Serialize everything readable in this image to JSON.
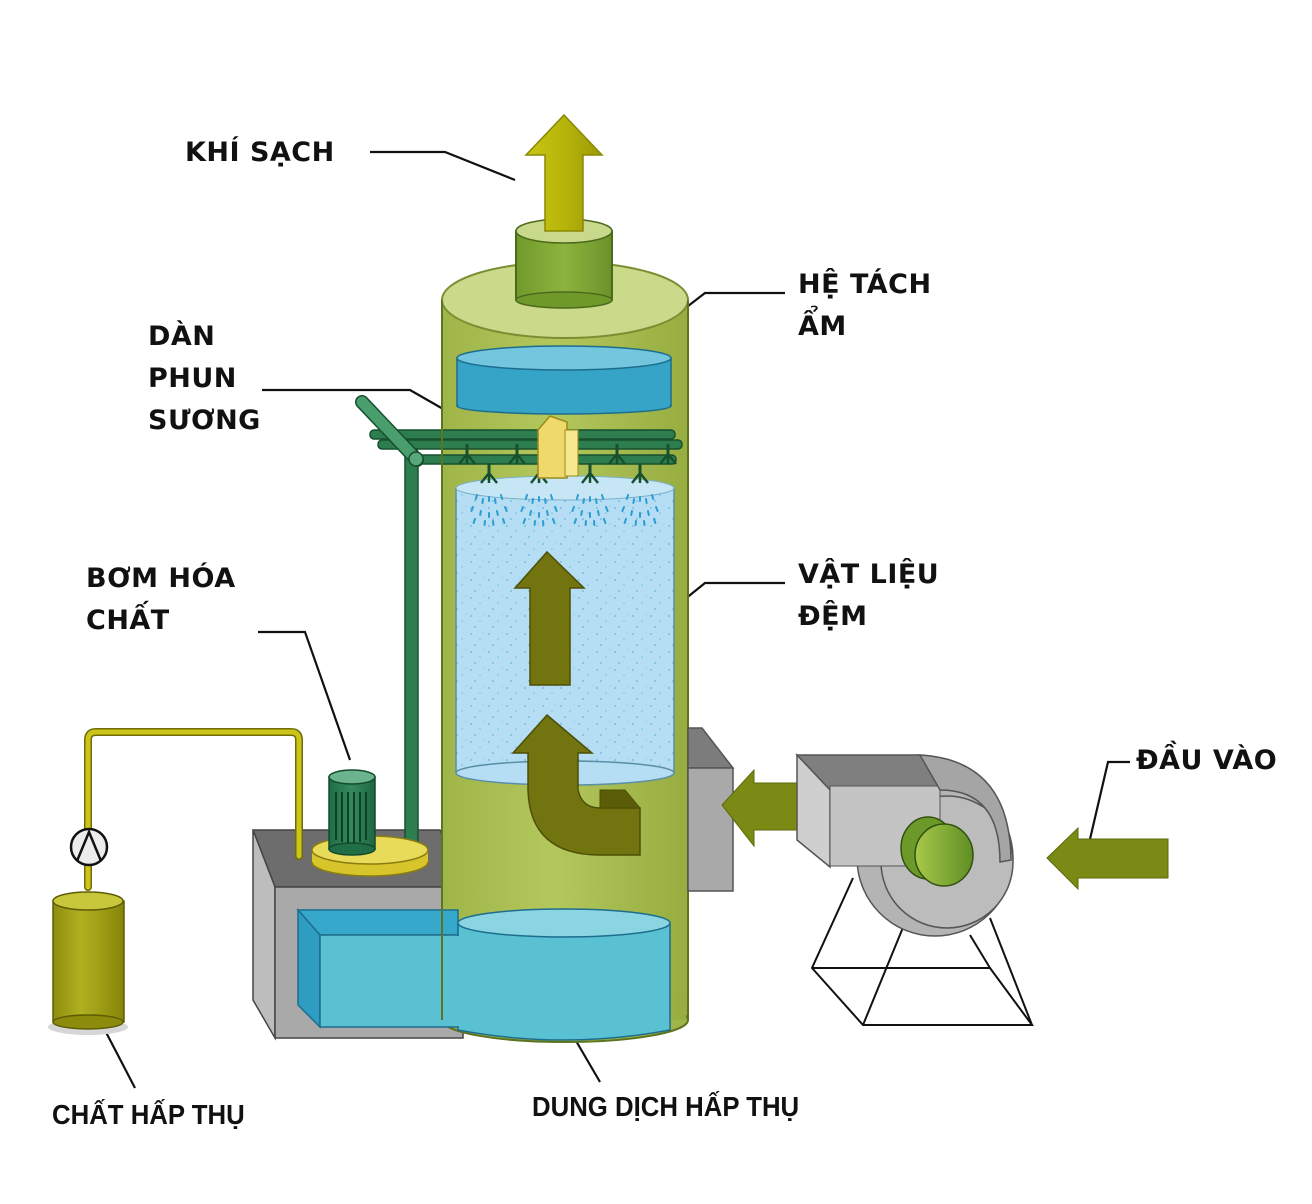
{
  "diagram": {
    "title": "Wet scrubber (absorption tower) schematic",
    "labels": {
      "clean_air": "KHÍ SẠCH",
      "demister": "HỆ TÁCH\nẨM",
      "spray_system": "DÀN\nPHUN\nSƯƠNG",
      "chemical_pump": "BƠM HÓA\nCHẤT",
      "packing_material": "VẬT LIỆU\nĐỆM",
      "inlet": "ĐẦU VÀO",
      "absorbent": "CHẤT HẤP THỤ",
      "absorption_solution": "DUNG DỊCH HẤP THỤ"
    },
    "components": [
      {
        "id": "clean-air-arrow",
        "label_ref": "clean_air",
        "direction": "up"
      },
      {
        "id": "exhaust-stack",
        "label_ref": null
      },
      {
        "id": "tower-body",
        "label_ref": null
      },
      {
        "id": "demister-pad",
        "label_ref": "demister"
      },
      {
        "id": "spray-manifold",
        "label_ref": "spray_system",
        "nozzle_count": 8
      },
      {
        "id": "packing-bed",
        "label_ref": "packing_material"
      },
      {
        "id": "gas-flow-arrows",
        "label_ref": null,
        "direction": "up"
      },
      {
        "id": "chemical-pump-motor",
        "label_ref": "chemical_pump"
      },
      {
        "id": "dosing-pump",
        "label_ref": null
      },
      {
        "id": "absorbent-tank",
        "label_ref": "absorbent"
      },
      {
        "id": "solution-sump",
        "label_ref": "absorption_solution"
      },
      {
        "id": "blower-fan",
        "label_ref": null
      },
      {
        "id": "inlet-arrow",
        "label_ref": "inlet",
        "direction": "left"
      }
    ],
    "colors": {
      "tower_green": "#a4b94e",
      "tower_top": "#cbd98a",
      "stack_green": "#7fa135",
      "arrow_olive": "#7a8a14",
      "flow_arrow_dark": "#6b6f10",
      "clean_arrow_yellow": "#b8b60c",
      "water_blue": "#5ec3d3",
      "packing_blue": "#b3dcf2",
      "demister_blue": "#38a9c9",
      "pipe_green": "#2e7d4f",
      "pump_motor": "#2f7f55",
      "pump_base_yellow": "#e2d44a",
      "tank_olive": "#a9a81a",
      "steel_gray": "#b7b7b7",
      "steel_dark": "#7c7c7c",
      "leader_line": "#111111"
    }
  }
}
